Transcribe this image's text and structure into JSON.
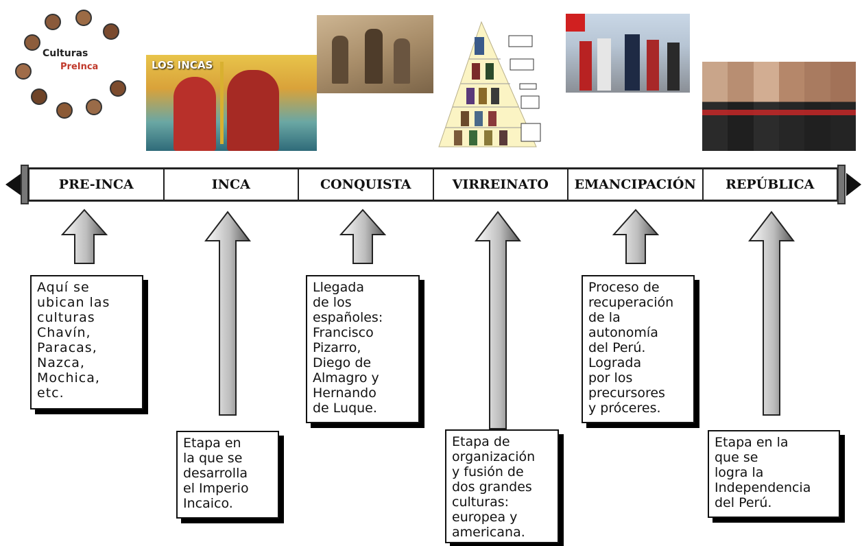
{
  "timeline": {
    "eras": [
      "PRE-INCA",
      "INCA",
      "CONQUISTA",
      "VIRREINATO",
      "EMANCIPACIÓN",
      "REPÚBLICA"
    ]
  },
  "images": {
    "preinca": {
      "title_1": "Culturas",
      "title_2": "PreInca"
    },
    "incas": {
      "label": "LOS INCAS"
    }
  },
  "notes": {
    "preinca": "Aquí se\nubican las\nculturas\nChavín,\nParacas,\nNazca,\nMochica,\netc.",
    "inca": "Etapa en\nla que se\ndesarrolla\nel Imperio\nIncaico.",
    "conquista": "Llegada\nde los\nespañoles:\nFrancisco\nPizarro,\nDiego de\nAlmagro y\nHernando\nde Luque.",
    "virreinato": "Etapa de\norganización\ny fusión de\ndos grandes\nculturas:\neuropea y\namericana.",
    "emancipacion": "Proceso de\nrecuperación\nde la\nautonomía\ndel Perú.\nLograda\npor los\nprecursores\ny próceres.",
    "republica": "Etapa en la\nque se\nlogra la\nIndependencia\ndel Perú."
  },
  "colors": {
    "arrow_light": "#f0f0f0",
    "arrow_dark": "#6e6e6e",
    "preinca_accent": "#c0392b",
    "incas_title": "#ffffff"
  }
}
